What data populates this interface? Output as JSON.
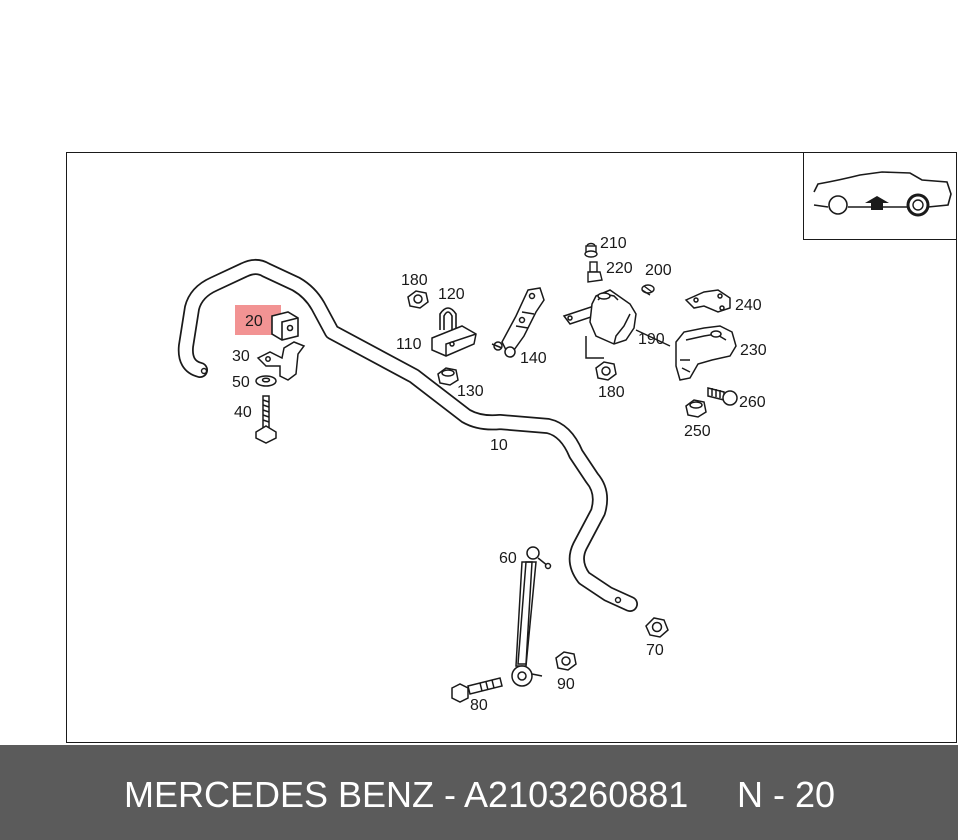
{
  "diagram": {
    "labels": {
      "p10": "10",
      "p20": "20",
      "p30": "30",
      "p40": "40",
      "p50": "50",
      "p60": "60",
      "p70": "70",
      "p80": "80",
      "p90": "90",
      "p110": "110",
      "p120": "120",
      "p130": "130",
      "p140": "140",
      "p180a": "180",
      "p180b": "180",
      "p190": "190",
      "p200": "200",
      "p210": "210",
      "p220": "220",
      "p230": "230",
      "p240": "240",
      "p250": "250",
      "p260": "260"
    },
    "highlight_color": "#f08080",
    "line_color": "#1a1a1a"
  },
  "footer": {
    "title": "MERCEDES BENZ - A2103260881",
    "position": "N - 20",
    "background": "#5b5b5b",
    "text_color": "#ffffff"
  }
}
